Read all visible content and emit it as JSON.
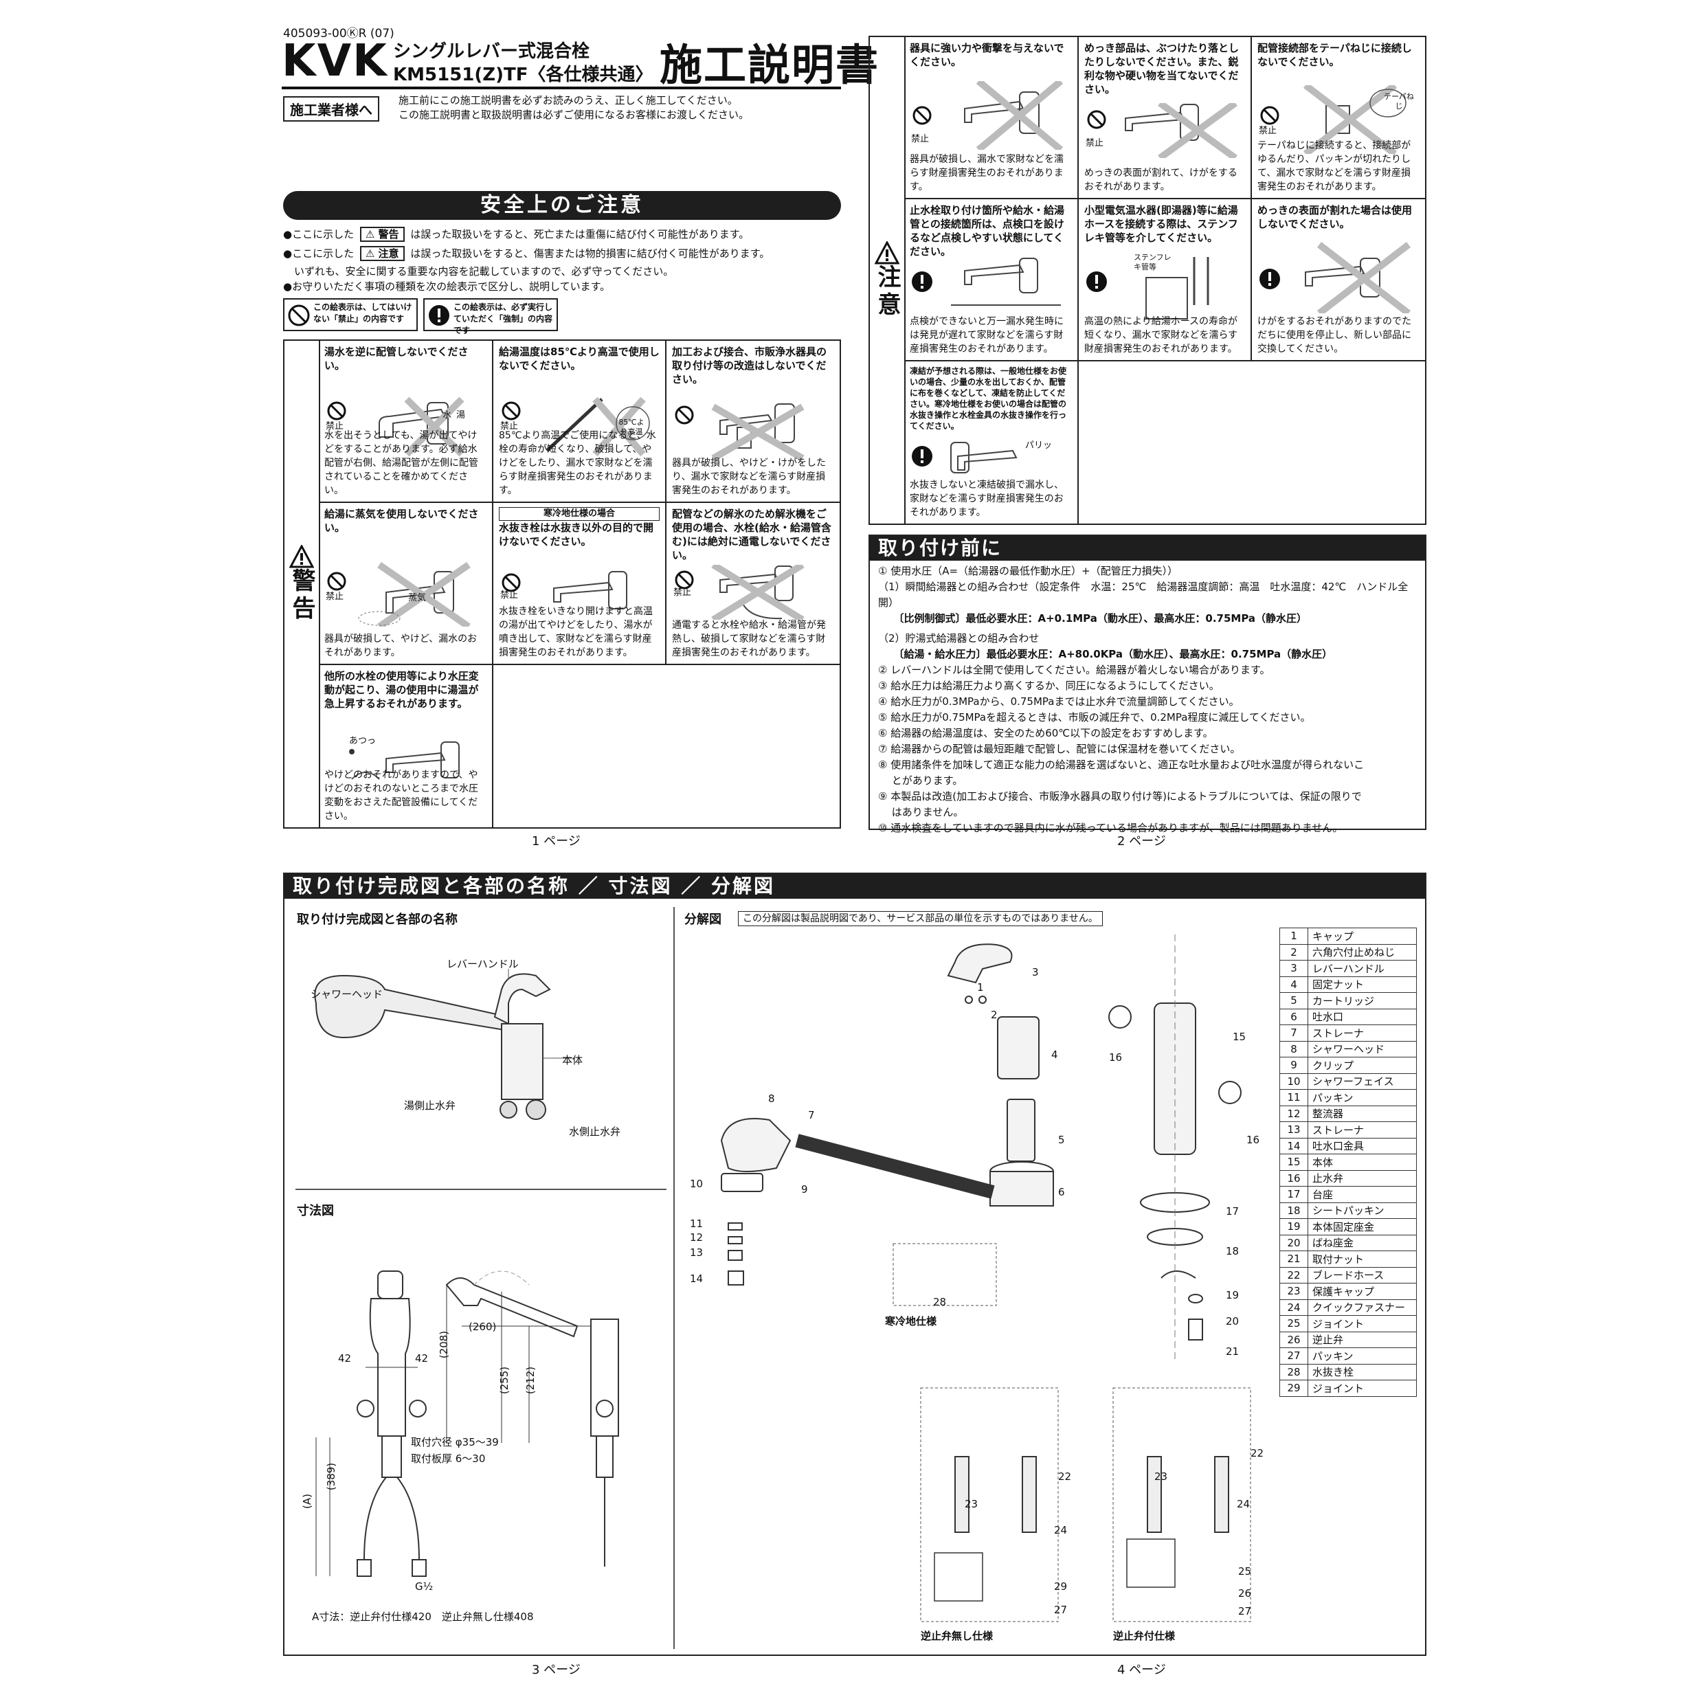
{
  "header": {
    "doc_code": "405093-00ⓀR (07)",
    "brand": "KVK",
    "product_line1": "シングルレバー式混合栓",
    "product_line2": "KM5151(Z)TF〈各仕様共通〉",
    "doc_title": "施工説明書",
    "installer_tag": "施工業者様へ",
    "installer_line1": "施工前にこの施工説明書を必ずお読みのうえ、正しく施工してください。",
    "installer_line2": "この施工説明書と取扱説明書は必ずご使用になるお客様にお渡しください。"
  },
  "safety": {
    "heading": "安全上のご注意",
    "line1_pre": "●ここに示した",
    "badge_warning": "⚠ 警告",
    "line1_post": "は誤った取扱いをすると、死亡または重傷に結び付く可能性があります。",
    "line2_pre": "●ここに示した",
    "badge_caution": "⚠ 注意",
    "line2_post": "は誤った取扱いをすると、傷害または物的損害に結び付く可能性があります。",
    "line3": "いずれも、安全に関する重要な内容を記載していますので、必ず守ってください。",
    "line4": "●お守りいただく事項の種類を次の絵表示で区分し、説明しています。",
    "legend_prohibit": "この絵表示は、してはいけない「禁止」の内容です",
    "legend_mandatory": "この絵表示は、必ず実行していただく「強制」の内容です",
    "prohibit_mark": "禁止",
    "warning_side": "警告",
    "caution_side": "注意"
  },
  "warnings": [
    {
      "title": "湯水を逆に配管しないでください。",
      "desc": "水を出そうとしても、湯が出てやけどをすることがあります。必ず給水配管が右側、給湯配管が左側に配管されていることを確かめてください。",
      "labels": [
        "水",
        "湯"
      ]
    },
    {
      "title": "給湯温度は85℃より高温で使用しないでください。",
      "desc": "85℃より高温でご使用になると、水栓の寿命が短くなり、破損して、やけどをしたり、漏水で家財などを濡らす財産損害発生のおそれがあります。",
      "labels": [
        "85℃より高温"
      ]
    },
    {
      "title": "加工および接合、市販浄水器具の取り付け等の改造はしないでください。",
      "desc": "器具が破損し、やけど・けがをしたり、漏水で家財などを濡らす財産損害発生のおそれがあります。",
      "labels": []
    },
    {
      "title": "給湯に蒸気を使用しないでください。",
      "desc": "器具が破損して、やけど、漏水のおそれがあります。",
      "labels": [
        "蒸気"
      ]
    },
    {
      "tag": "寒冷地仕様の場合",
      "title": "水抜き栓は水抜き以外の目的で開けないでください。",
      "desc": "水抜き栓をいきなり開けますと高温の湯が出てやけどをしたり、湯水が噴き出して、家財などを濡らす財産損害発生のおそれがあります。",
      "labels": []
    },
    {
      "title": "配管などの解氷のため解氷機をご使用の場合、水栓(給水・給湯管含む)には絶対に通電しないでください。",
      "desc": "通電すると水栓や給水・給湯管が発熱し、破損して家財などを濡らす財産損害発生のおそれがあります。",
      "labels": []
    },
    {
      "title": "他所の水栓の使用等により水圧変動が起こり、湯の使用中に湯温が急上昇するおそれがあります。",
      "desc": "やけどのおそれがありますので、やけどのおそれのないところまで水圧変動をおさえた配管設備にしてください。",
      "labels": [
        "あつっ"
      ]
    }
  ],
  "cautions": [
    {
      "title": "器具に強い力や衝撃を与えないでください。",
      "desc": "器具が破損し、漏水で家財などを濡らす財産損害発生のおそれがあります。",
      "labels": []
    },
    {
      "title": "めっき部品は、ぶつけたり落としたりしないでください。また、鋭利な物や硬い物を当てないでください。",
      "desc": "めっきの表面が割れて、けがをするおそれがあります。",
      "labels": []
    },
    {
      "title": "配管接続部をテーパねじに接続しないでください。",
      "desc": "テーパねじに接続すると、接続部がゆるんだり、パッキンが切れたりして、漏水で家財などを濡らす財産損害発生のおそれがあります。",
      "labels": [
        "テーパねじ"
      ]
    },
    {
      "title": "止水栓取り付け箇所や給水・給湯管との接続箇所は、点検口を設けるなど点検しやすい状態にしてください。",
      "desc": "点検ができないと万一漏水発生時には発見が遅れて家財などを濡らす財産損害発生のおそれがあります。",
      "labels": []
    },
    {
      "title": "小型電気温水器(即湯器)等に給湯ホースを接続する際は、ステンフレキ管等を介してください。",
      "desc": "高温の熱により給湯ホースの寿命が短くなり、漏水で家財などを濡らす財産損害発生のおそれがあります。",
      "labels": [
        "ステンフレキ管等"
      ]
    },
    {
      "title": "めっきの表面が割れた場合は使用しないでください。",
      "desc": "けがをするおそれがありますのでただちに使用を停止し、新しい部品に交換してください。",
      "labels": []
    },
    {
      "title": "凍結が予想される際は、一般地仕様をお使いの場合、少量の水を出しておくか、配管に布を巻くなどして、凍結を防止してください。寒冷地仕様をお使いの場合は配管の水抜き操作と水栓金具の水抜き操作を行ってください。",
      "desc": "水抜きしないと凍結破損で漏水し、家財などを濡らす財産損害発生のおそれがあります。",
      "labels": [
        "パリッ"
      ]
    }
  ],
  "before": {
    "heading": "取り付け前に",
    "lines": [
      "① 使用水圧（A=（給湯器の最低作動水圧）+（配管圧力損失））",
      "（1）瞬間給湯器との組み合わせ（設定条件　水温：25℃　給湯器温度調節：高温　吐水温度：42℃　ハンドル全開）",
      "　　〔比例制御式〕最低必要水圧：A+0.1MPa（動水圧）、最高水圧：0.75MPa（静水圧）",
      "（2）貯湯式給湯器との組み合わせ",
      "　　〔給湯・給水圧力〕最低必要水圧：A+80.0KPa（動水圧）、最高水圧：0.75MPa（静水圧）",
      "② レバーハンドルは全開で使用してください。給湯器が着火しない場合があります。",
      "③ 給水圧力は給湯圧力より高くするか、同圧になるようにしてください。",
      "④ 給水圧力が0.3MPaから、0.75MPaまでは止水弁で流量調節してください。",
      "⑤ 給水圧力が0.75MPaを超えるときは、市販の減圧弁で、0.2MPa程度に減圧してください。",
      "⑥ 給湯器の給湯温度は、安全のため60℃以下の設定をおすすめします。",
      "⑦ 給湯器からの配管は最短距離で配管し、配管には保温材を巻いてください。",
      "⑧ 使用諸条件を加味して適正な能力の給湯器を選ばないと、適正な吐水量および吐水温度が得られないこ",
      "　 とがあります。",
      "⑨ 本製品は改造(加工および接合、市販浄水器具の取り付け等)によるトラブルについては、保証の限りで",
      "　 はありません。",
      "⑩ 通水検査をしていますので器具内に水が残っている場合がありますが、製品には問題ありません。"
    ]
  },
  "pages": {
    "p1": "1 ページ",
    "p2": "2 ページ",
    "p3": "3 ページ",
    "p4": "4 ページ"
  },
  "lower": {
    "heading": "取り付け完成図と各部の名称 ／ 寸法図 ／ 分解図",
    "completion_title": "取り付け完成図と各部の名称",
    "labels": {
      "lever": "レバーハンドル",
      "shower": "シャワーヘッド",
      "body": "本体",
      "hot_valve": "湯側止水弁",
      "cold_valve": "水側止水弁"
    },
    "dims_title": "寸法図",
    "dims": {
      "d208": "(208)",
      "d260": "(260)",
      "d255": "(255)",
      "d212": "(212)",
      "d42a": "42",
      "d42b": "42",
      "d389": "(389)",
      "dA": "(A)",
      "hole": "取付穴径 φ35～39",
      "plate": "取付板厚 6～30",
      "thread": "G½",
      "note": "A寸法：逆止弁付仕様420　逆止弁無し仕様408"
    },
    "exploded_title": "分解図",
    "exploded_note": "この分解図は製品説明図であり、サービス部品の単位を示すものではありません。",
    "cold_spec": "寒冷地仕様",
    "no_check": "逆止弁無し仕様",
    "with_check": "逆止弁付仕様"
  },
  "parts": [
    {
      "no": "1",
      "name": "キャップ"
    },
    {
      "no": "2",
      "name": "六角穴付止めねじ"
    },
    {
      "no": "3",
      "name": "レバーハンドル"
    },
    {
      "no": "4",
      "name": "固定ナット"
    },
    {
      "no": "5",
      "name": "カートリッジ"
    },
    {
      "no": "6",
      "name": "吐水口"
    },
    {
      "no": "7",
      "name": "ストレーナ"
    },
    {
      "no": "8",
      "name": "シャワーヘッド"
    },
    {
      "no": "9",
      "name": "クリップ"
    },
    {
      "no": "10",
      "name": "シャワーフェイス"
    },
    {
      "no": "11",
      "name": "パッキン"
    },
    {
      "no": "12",
      "name": "整流器"
    },
    {
      "no": "13",
      "name": "ストレーナ"
    },
    {
      "no": "14",
      "name": "吐水口金具"
    },
    {
      "no": "15",
      "name": "本体"
    },
    {
      "no": "16",
      "name": "止水弁"
    },
    {
      "no": "17",
      "name": "台座"
    },
    {
      "no": "18",
      "name": "シートパッキン"
    },
    {
      "no": "19",
      "name": "本体固定座金"
    },
    {
      "no": "20",
      "name": "ばね座金"
    },
    {
      "no": "21",
      "name": "取付ナット"
    },
    {
      "no": "22",
      "name": "ブレードホース"
    },
    {
      "no": "23",
      "name": "保護キャップ"
    },
    {
      "no": "24",
      "name": "クイックファスナー"
    },
    {
      "no": "25",
      "name": "ジョイント"
    },
    {
      "no": "26",
      "name": "逆止弁"
    },
    {
      "no": "27",
      "name": "パッキン"
    },
    {
      "no": "28",
      "name": "水抜き栓"
    },
    {
      "no": "29",
      "name": "ジョイント"
    }
  ],
  "callouts": {
    "n1": "1",
    "n2": "2",
    "n3": "3",
    "n4": "4",
    "n5": "5",
    "n6": "6",
    "n7": "7",
    "n8": "8",
    "n9": "9",
    "n10": "10",
    "n11": "11",
    "n12": "12",
    "n13": "13",
    "n14": "14",
    "n15": "15",
    "n16a": "16",
    "n16b": "16",
    "n17": "17",
    "n18": "18",
    "n19": "19",
    "n20": "20",
    "n21": "21",
    "n22a": "22",
    "n22b": "22",
    "n23a": "23",
    "n23b": "23",
    "n24a": "24",
    "n24b": "24",
    "n25": "25",
    "n26": "26",
    "n27a": "27",
    "n27b": "27",
    "n28": "28",
    "n29": "29"
  }
}
